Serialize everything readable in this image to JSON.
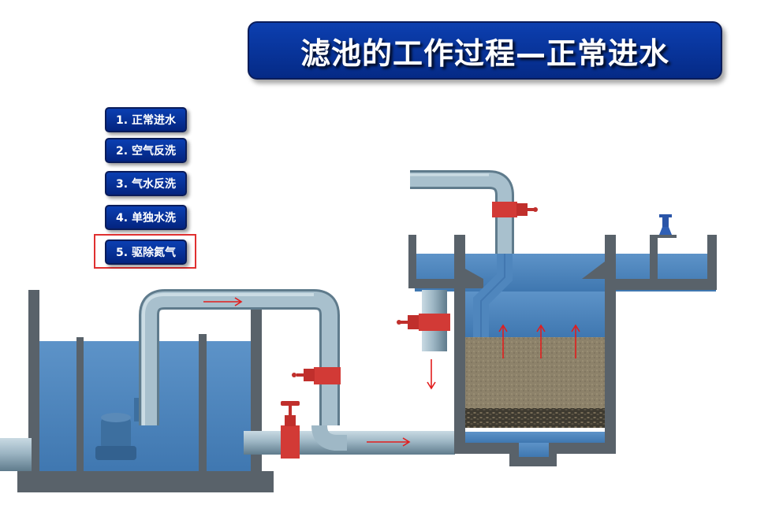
{
  "title": "滤池的工作过程—正常进水",
  "menu": [
    {
      "label": "1. 正常进水"
    },
    {
      "label": "2. 空气反洗"
    },
    {
      "label": "3. 气水反洗"
    },
    {
      "label": "4. 单独水洗"
    },
    {
      "label": "5. 驱除氮气"
    }
  ],
  "highlighted_item": 4,
  "colors": {
    "title_bg": "#052a86",
    "button_bg": "#0b3fb2",
    "wall": "#59626a",
    "water": "#4f86bd",
    "pipe": "#9fb8c6",
    "valve": "#d23a36",
    "arrow": "#e21d1d",
    "sand": "#8a7f67",
    "gravel": "#3e3a30"
  },
  "icons": [
    "valve-icon",
    "flow-arrow-icon",
    "pump-icon",
    "vent-icon"
  ]
}
